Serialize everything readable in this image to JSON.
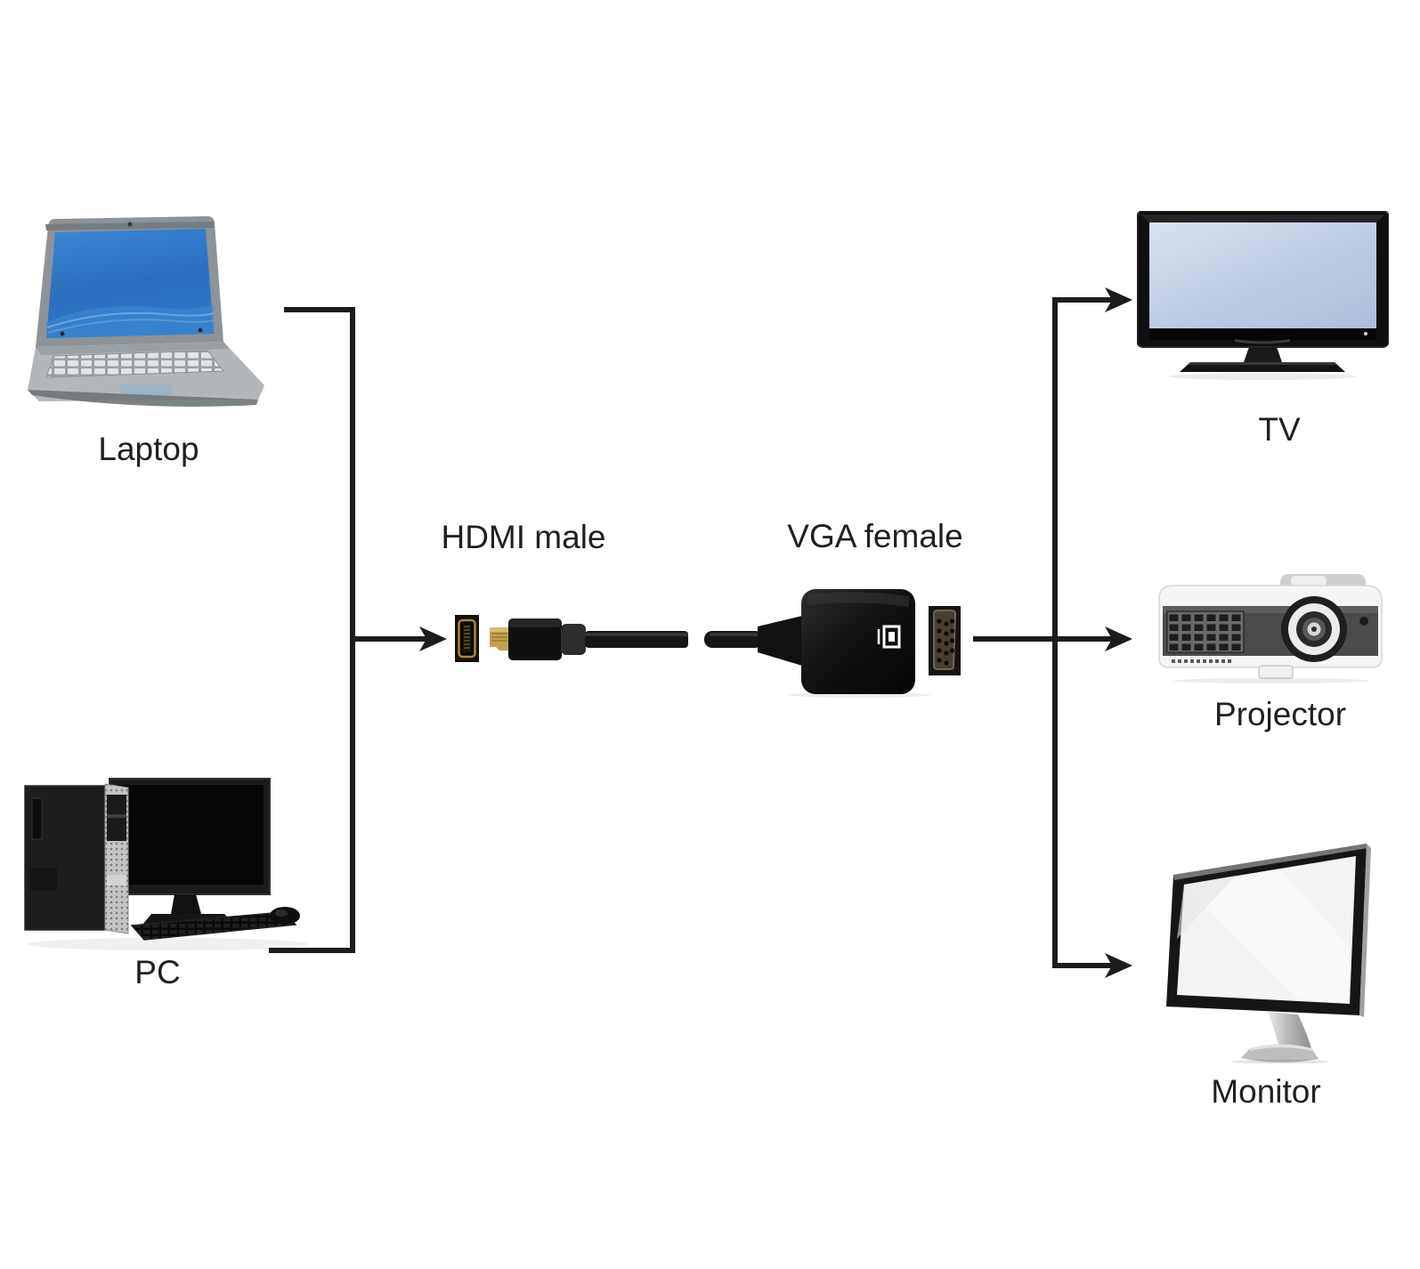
{
  "sources": {
    "laptop": {
      "label": "Laptop"
    },
    "pc": {
      "label": "PC"
    }
  },
  "adapter": {
    "hdmi_label": "HDMI male",
    "vga_label": "VGA female"
  },
  "outputs": {
    "tv": {
      "label": "TV"
    },
    "projector": {
      "label": "Projector"
    },
    "monitor": {
      "label": "Monitor"
    }
  },
  "colors": {
    "connector_line": "#1c1c1c",
    "label_text": "#231f20",
    "laptop_screen_blue": "#2f7ac7",
    "laptop_body_silver": "#b3b7ba",
    "tv_screen_blue": "#c2cfe5",
    "device_black": "#141414",
    "hdmi_gold": "#c2a050",
    "projector_panel_gray": "#4b4b4b",
    "monitor_stand_silver": "#c4c4c4"
  }
}
